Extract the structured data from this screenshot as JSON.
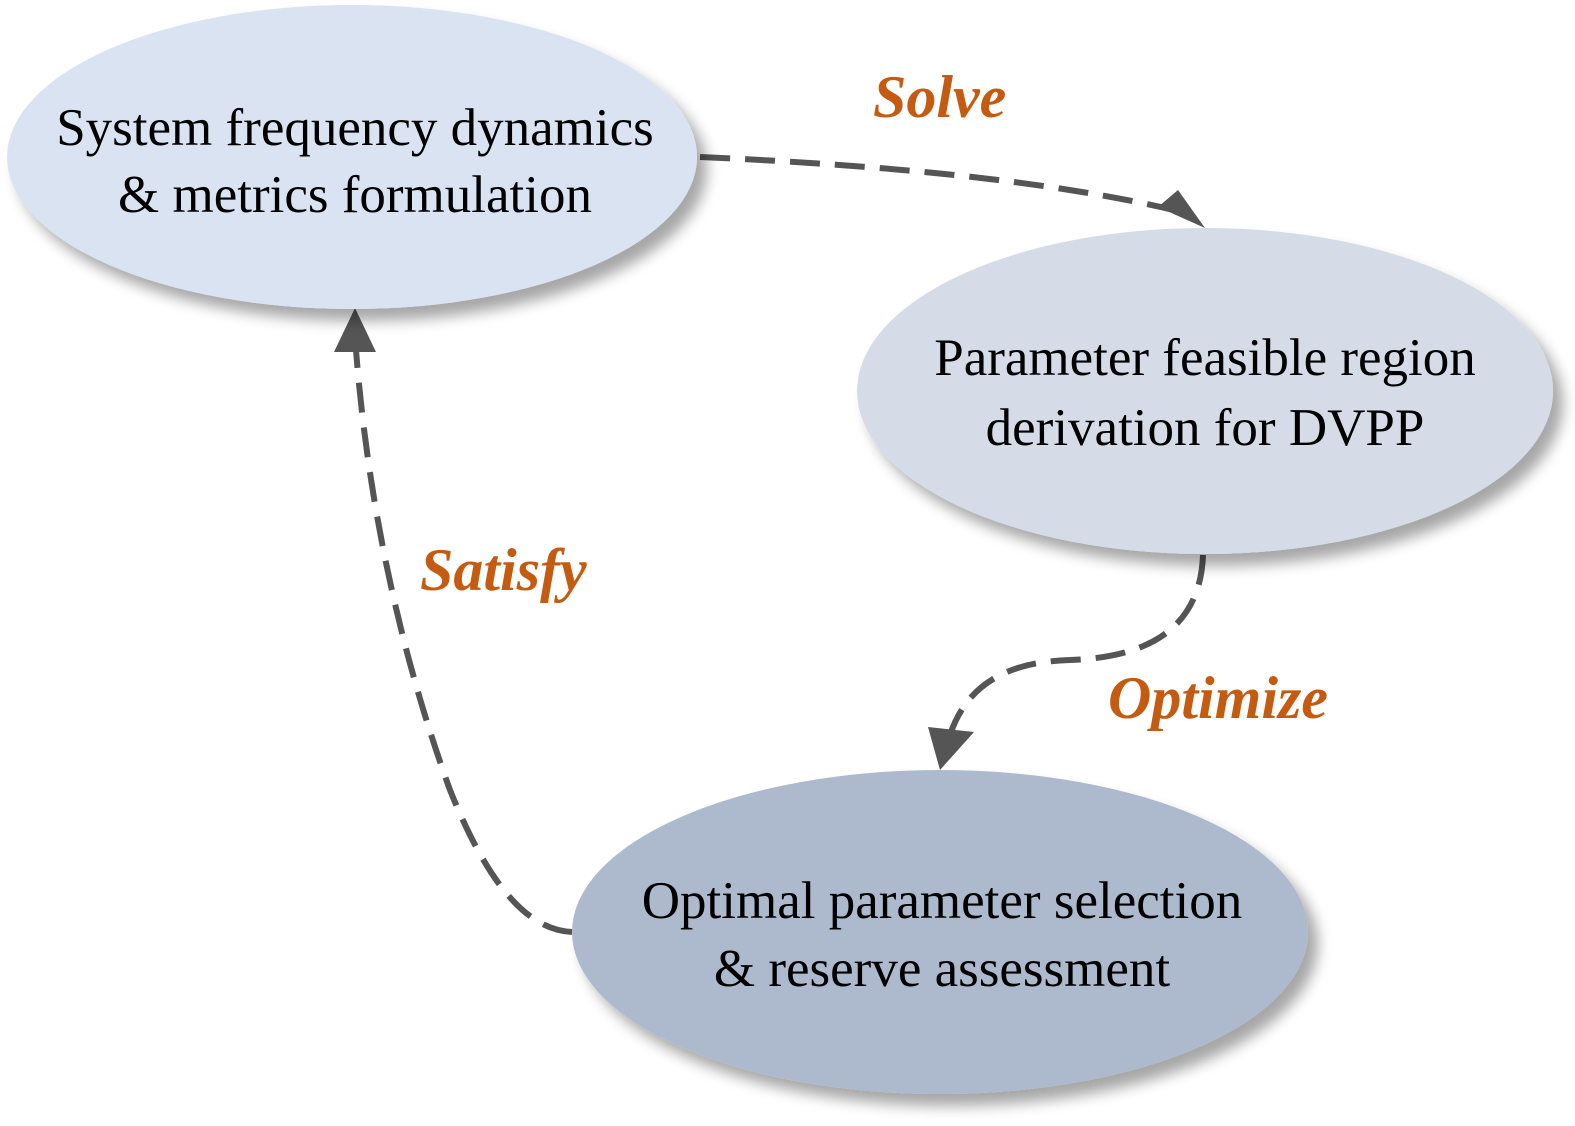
{
  "nodes": [
    {
      "id": "frequency-dynamics",
      "lines": [
        "System frequency dynamics",
        "& metrics formulation"
      ],
      "fill": "#d9e3f2"
    },
    {
      "id": "feasible-region",
      "lines": [
        "Parameter feasible region",
        "derivation for DVPP"
      ],
      "fill": "#d5dce8"
    },
    {
      "id": "parameter-selection",
      "lines": [
        "Optimal parameter selection",
        "& reserve assessment"
      ],
      "fill": "#adb9cc"
    }
  ],
  "edges": [
    {
      "id": "solve",
      "label": "Solve",
      "from": "frequency-dynamics",
      "to": "feasible-region"
    },
    {
      "id": "optimize",
      "label": "Optimize",
      "from": "feasible-region",
      "to": "parameter-selection"
    },
    {
      "id": "satisfy",
      "label": "Satisfy",
      "from": "parameter-selection",
      "to": "frequency-dynamics"
    }
  ],
  "colors": {
    "edge_stroke": "#555555",
    "label_color": "#c55a11",
    "text_color": "#000000"
  }
}
